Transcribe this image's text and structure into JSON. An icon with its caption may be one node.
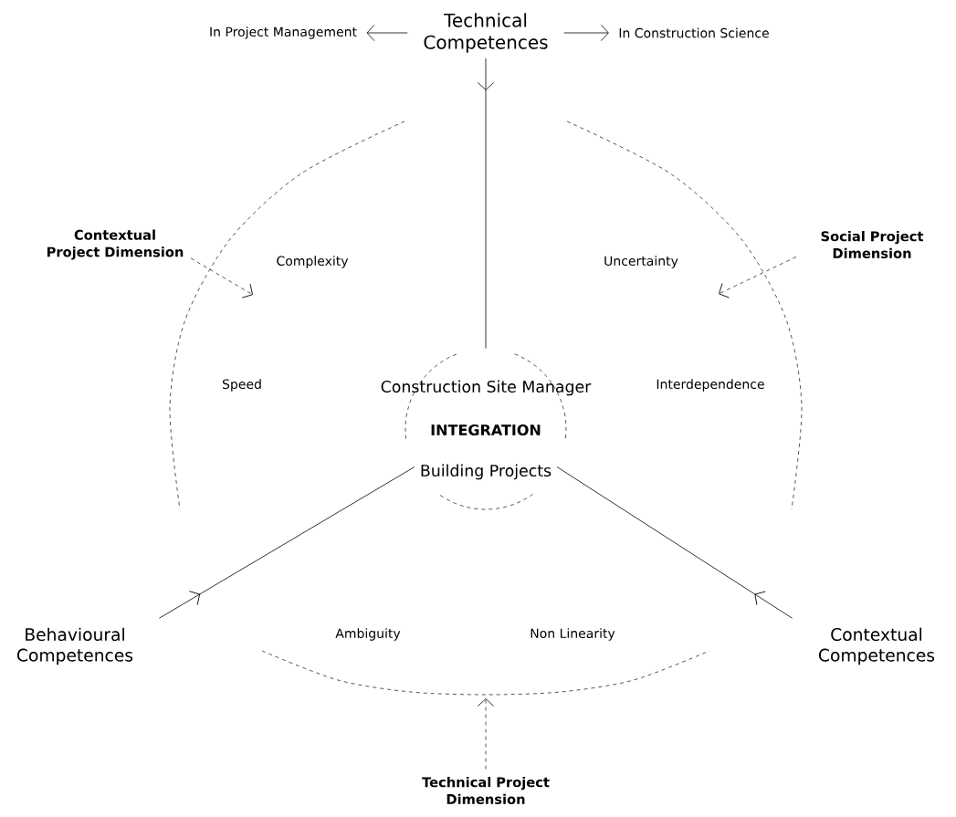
{
  "diagram": {
    "nodes": [
      {
        "text": [
          "Technical Competences"
        ]
      },
      {
        "text": [
          "In Project Management"
        ]
      },
      {
        "text": [
          "In Construction Science"
        ]
      },
      {
        "text": [
          "Contextual Project Dimension"
        ]
      },
      {
        "text": [
          "Social Project Dimension"
        ]
      },
      {
        "text": [
          "Construction Site Manager",
          "INTEGRATION",
          "Building Projects"
        ]
      },
      {
        "text": [
          "Behavioural Competences"
        ]
      },
      {
        "text": [
          "Contextual Competences"
        ]
      },
      {
        "text": [
          "Technical Project Dimension"
        ]
      }
    ],
    "edges": [
      {
        "from": 0,
        "to": 1,
        "arrow": "to"
      },
      {
        "from": 0,
        "to": 2,
        "arrow": "to"
      },
      {
        "from": 0,
        "to": 5,
        "arrow": "to"
      },
      {
        "from": 6,
        "to": 5,
        "arrow": "to"
      },
      {
        "from": 7,
        "to": 5,
        "arrow": "to"
      },
      {
        "from": 3,
        "to": null,
        "arrow": "to",
        "style": "dashed"
      },
      {
        "from": 4,
        "to": null,
        "arrow": "to",
        "style": "dashed"
      },
      {
        "from": 8,
        "to": null,
        "arrow": "to",
        "style": "dashed"
      }
    ],
    "labels": [
      "Complexity",
      "Uncertainty",
      "Speed",
      "Interdependence",
      "Ambiguity",
      "Non Linearity"
    ]
  }
}
